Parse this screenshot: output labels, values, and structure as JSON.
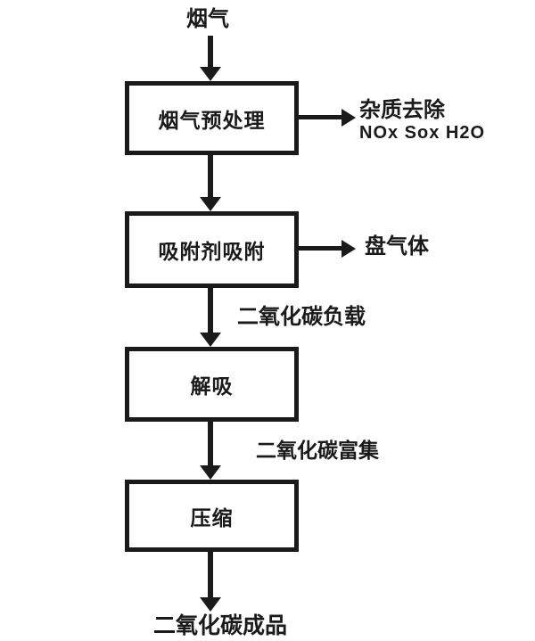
{
  "diagram": {
    "input_label": "烟气",
    "boxes": [
      {
        "label": "烟气预处理"
      },
      {
        "label": "吸附剂吸附"
      },
      {
        "label": "解吸"
      },
      {
        "label": "压缩"
      }
    ],
    "side_outputs": [
      {
        "label": "杂质去除",
        "sublabel": "NOx Sox H2O"
      },
      {
        "label": "盘气体"
      }
    ],
    "flow_labels": [
      "二氧化碳负载",
      "二氧化碳富集"
    ],
    "output_label": "二氧化碳成品",
    "colors": {
      "ink": "#1a1a1a",
      "background": "#ffffff"
    }
  }
}
